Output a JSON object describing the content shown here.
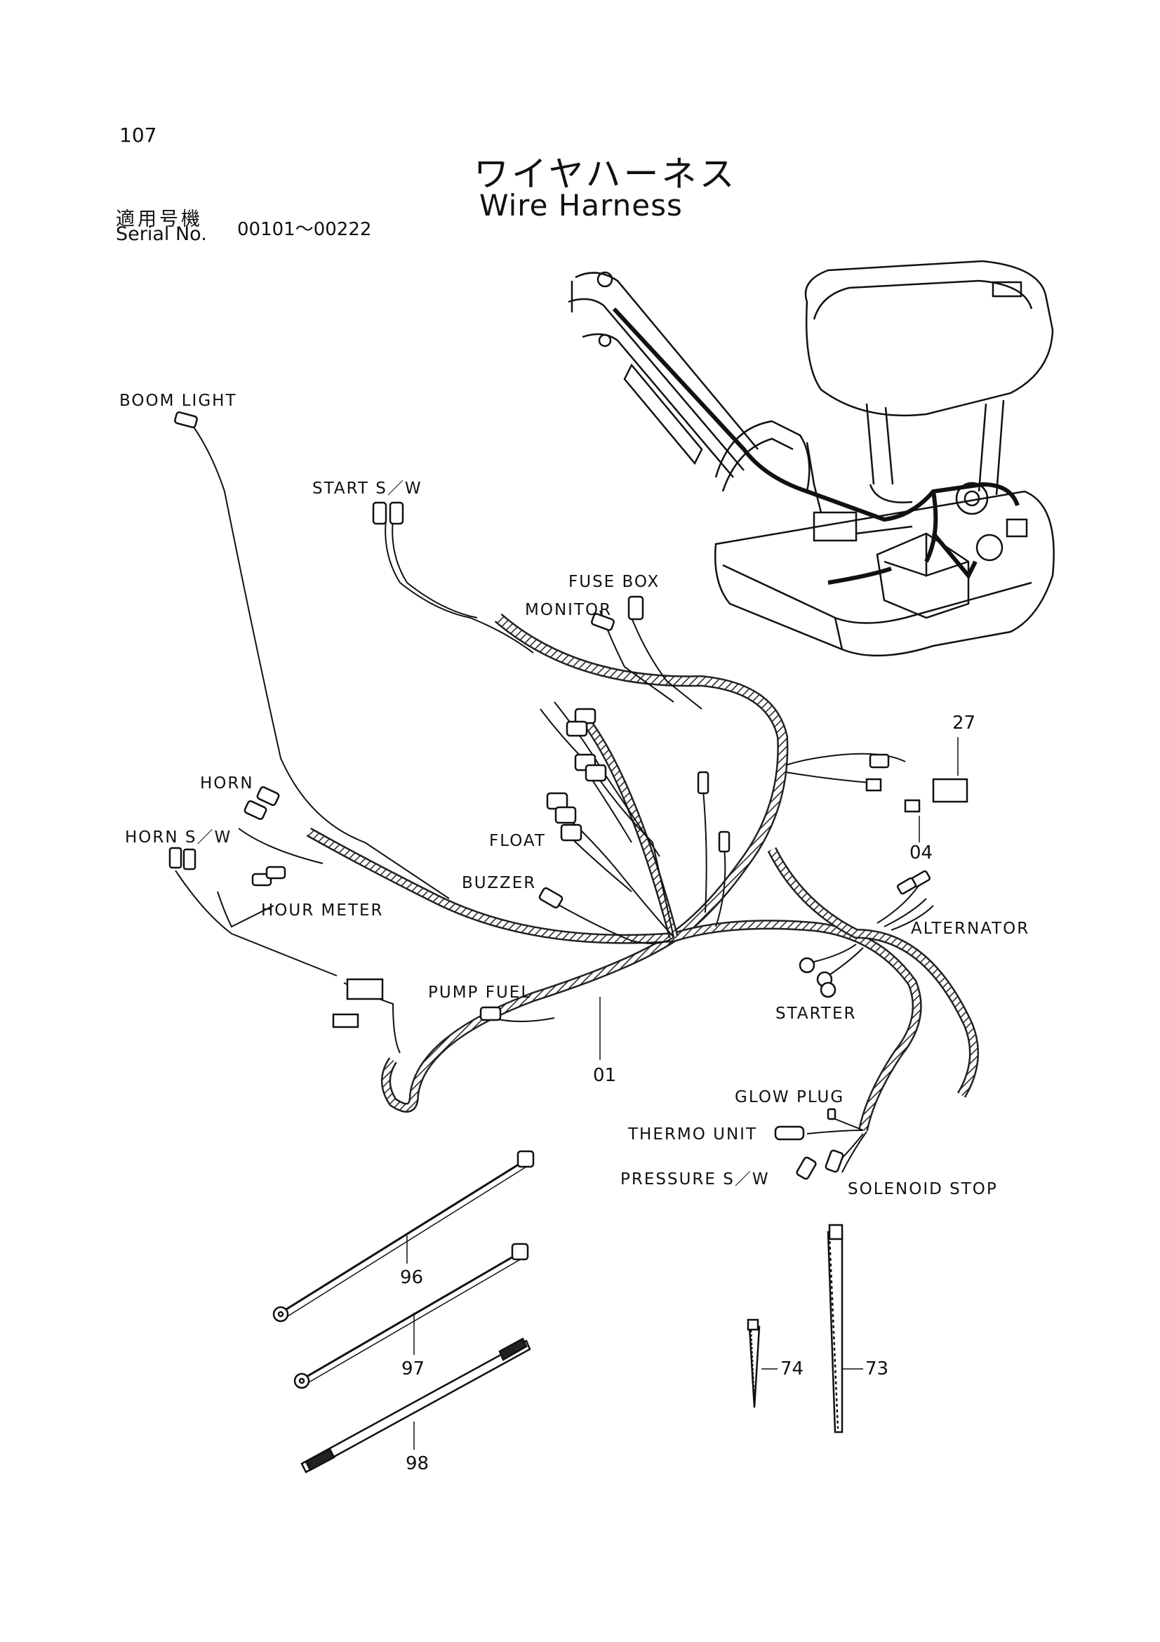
{
  "header": {
    "page_number": "107",
    "title_jp": "ワイヤハーネス",
    "title_en": "Wire Harness",
    "serial_jp": "適用号機",
    "serial_en": "Serial No.",
    "serial_range": "00101～00222"
  },
  "labels": {
    "boom_light": "BOOM LIGHT",
    "start_sw": "START S／W",
    "fuse_box": "FUSE BOX",
    "monitor": "MONITOR",
    "horn": "HORN",
    "horn_sw": "HORN S／W",
    "float": "FLOAT",
    "buzzer": "BUZZER",
    "hour_meter": "HOUR METER",
    "pump_fuel": "PUMP FUEL",
    "alternator": "ALTERNATOR",
    "starter": "STARTER",
    "glow_plug": "GLOW PLUG",
    "thermo_unit": "THERMO UNIT",
    "pressure_sw": "PRESSURE S／W",
    "solenoid_stop": "SOLENOID STOP"
  },
  "part_numbers": {
    "p01": "01",
    "p04": "04",
    "p27": "27",
    "p73": "73",
    "p74": "74",
    "p96": "96",
    "p97": "97",
    "p98": "98"
  }
}
